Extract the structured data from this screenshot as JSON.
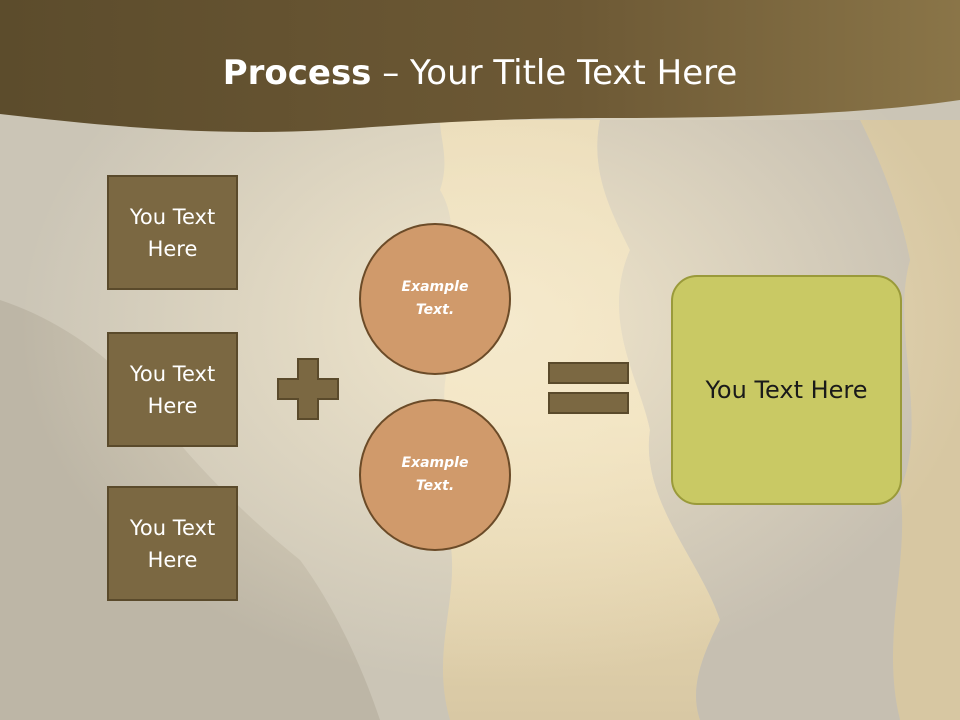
{
  "slide": {
    "title_bold": "Process",
    "title_rest": " – Your Title Text Here",
    "boxes": [
      {
        "label": "You Text Here"
      },
      {
        "label": "You Text Here"
      },
      {
        "label": "You Text Here"
      }
    ],
    "circles": [
      {
        "label": "Example Text."
      },
      {
        "label": "Example Text."
      }
    ],
    "result": {
      "label": "You Text Here"
    },
    "colors": {
      "header": "#6e5a33",
      "box_fill": "#7b6842",
      "circle_fill": "#d09a6b",
      "result_fill": "#c9c964",
      "operator_fill": "#7b6842"
    },
    "icons": [
      "plus-icon",
      "equals-icon"
    ]
  }
}
